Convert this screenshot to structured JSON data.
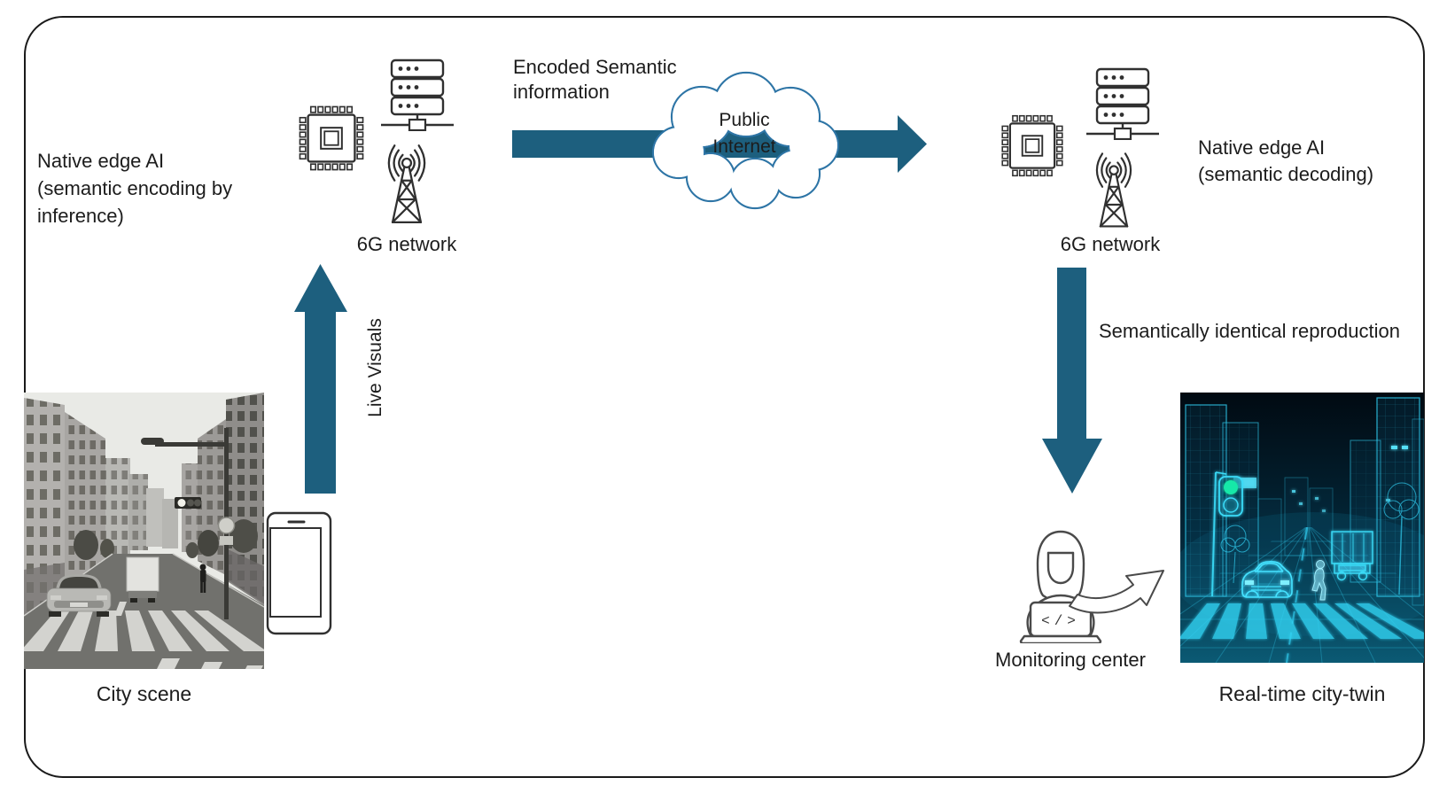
{
  "colors": {
    "arrow_fill": "#1D5F7E",
    "cloud_stroke": "#2E75A6",
    "icon_stroke": "#303030",
    "text": "#1C1C1C",
    "frame_border": "#1A1A1A",
    "twin_glow": "#2EC4E6"
  },
  "encoder": {
    "ai_caption": {
      "line1": "Native edge AI",
      "line2": "(semantic encoding by",
      "line3": "inference)"
    },
    "network_label": "6G network",
    "live_visuals_label": "Live Visuals",
    "city_caption": "City scene"
  },
  "transport": {
    "encoded_line1": "Encoded Semantic",
    "encoded_line2": "information",
    "cloud_line1": "Public",
    "cloud_line2": "Internet"
  },
  "decoder": {
    "ai_caption": {
      "line1": "Native edge AI",
      "line2": "(semantic decoding)"
    },
    "network_label": "6G network",
    "reproduction_label": "Semantically identical reproduction",
    "monitor_caption": "Monitoring center",
    "twin_caption": "Real-time city-twin",
    "laptop_glyph": "</>"
  },
  "icons": {
    "encoder_cluster": [
      "cpu-chip-icon",
      "server-rack-icon",
      "radio-tower-icon"
    ],
    "decoder_cluster": [
      "cpu-chip-icon",
      "server-rack-icon",
      "radio-tower-icon"
    ],
    "capture_device": "smartphone-icon",
    "transport": "internet-cloud-icon",
    "monitoring": "operator-laptop-icon",
    "handoff": "curved-arrow-icon",
    "flows": [
      "live-visuals-up-arrow",
      "encoded-info-right-arrow",
      "reproduction-down-arrow"
    ]
  }
}
